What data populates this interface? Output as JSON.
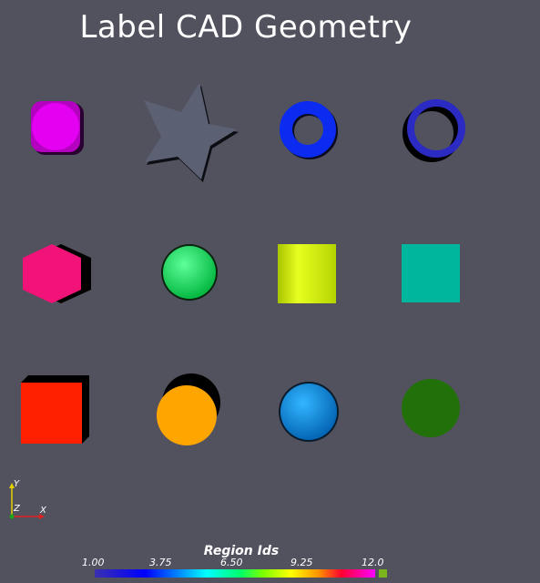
{
  "title": "Label CAD Geometry",
  "shapes": [
    {
      "name": "rounded-cube-shape",
      "color": "#e400f0"
    },
    {
      "name": "star-shape",
      "color": "#5b6073"
    },
    {
      "name": "torus-shape",
      "color": "#0b2bf0"
    },
    {
      "name": "ring-shape",
      "color": "#2b2ac2"
    },
    {
      "name": "hexagon-shape",
      "color": "#f11377"
    },
    {
      "name": "sphere-shape",
      "color": "#05f257"
    },
    {
      "name": "cylinder-shape",
      "color": "#d9ff00"
    },
    {
      "name": "square-shape",
      "color": "#00b79e"
    },
    {
      "name": "box-shape",
      "color": "#ff2000"
    },
    {
      "name": "cone-shape",
      "color": "#ffa500"
    },
    {
      "name": "ball-shape",
      "color": "#0096ff"
    },
    {
      "name": "disk-shape",
      "color": "#217009"
    }
  ],
  "axes": {
    "x_label": "X",
    "y_label": "Y",
    "z_label": "Z"
  },
  "legend": {
    "title": "Region Ids",
    "ticks": [
      "1.00",
      "3.75",
      "6.50",
      "9.25",
      "12.0"
    ],
    "range": [
      1,
      12
    ],
    "nan_color": "#7ab51d"
  }
}
